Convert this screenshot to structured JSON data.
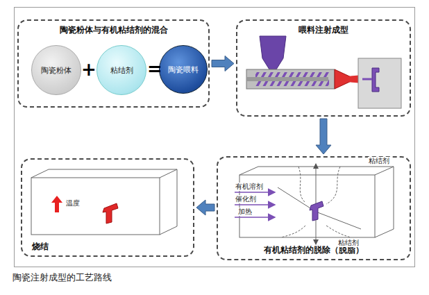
{
  "diagram": {
    "caption": "陶瓷注射成型的工艺路线",
    "nodes": [
      {
        "text": [
          "陶瓷粉体与有机粘结剂的混合"
        ]
      },
      {
        "text": [
          "陶瓷粉体"
        ],
        "in": 0
      },
      {
        "text": [
          "粘结剂"
        ],
        "in": 0
      },
      {
        "text": [
          "陶瓷喂料"
        ],
        "in": 0
      },
      {
        "text": [
          "喂料注射成型"
        ]
      },
      {
        "text": [
          "烧结"
        ]
      },
      {
        "text": [
          "有机粘结剂的脱除（脱脂）"
        ]
      }
    ],
    "edges": [
      {
        "from": 0,
        "to": 4,
        "arrow": "to"
      },
      {
        "from": 4,
        "to": 6,
        "arrow": "to"
      },
      {
        "from": 6,
        "to": 5,
        "arrow": "to"
      }
    ],
    "labels": [
      "+",
      "=",
      "粘结剂",
      "有机溶剂",
      "催化剂",
      "加热",
      "粘结剂",
      "温度"
    ]
  }
}
